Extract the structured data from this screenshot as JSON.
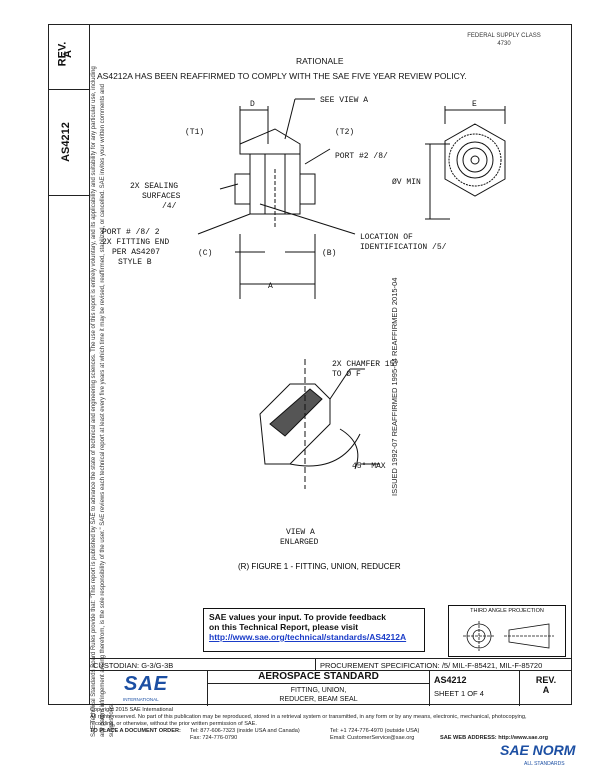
{
  "stamp": [
    "FEDERAL SUPPLY CLASS",
    "4730"
  ],
  "rev_header": {
    "label": "REV.",
    "value": "A"
  },
  "doc_number_side": "AS4212",
  "side_note": "SAE Technical Standards Board Rules provide that: \"This report is published by SAE to advance the state of technical and engineering sciences. The use of this report is entirely voluntary, and its applicability and suitability for any particular use, including any patent infringement arising therefrom, is the sole responsibility of the user.\" SAE reviews each technical report at least every five years at which time it may be revised, reaffirmed, stabilized, or cancelled. SAE invites your written comments and suggestions.",
  "rationale": {
    "title": "RATIONALE",
    "text": "AS4212A HAS BEEN REAFFIRMED TO COMPLY WITH THE SAE FIVE YEAR REVIEW POLICY."
  },
  "fig_labels": {
    "see_view": "SEE VIEW A",
    "d": "D",
    "t1": "(T1)",
    "t2": "(T2)",
    "port2": "PORT #2 /8/",
    "sealing1": "2X SEALING",
    "sealing2": "SURFACES",
    "sealing3": "/4/",
    "port1a": "PORT # /8/ 2",
    "port1b": "2X FITTING END",
    "port1c": "PER AS4207",
    "port1d": "STYLE B",
    "c": "(C)",
    "b": "(B)",
    "a": "A",
    "loc1": "LOCATION OF",
    "loc2": "IDENTIFICATION /5/",
    "e": "E",
    "dia_v": "ØV MIN",
    "chamfer1": "2X CHAMFER 15°",
    "chamfer2": "TO Ø F",
    "angle": "45° MAX",
    "view1": "VIEW A",
    "view2": "ENLARGED",
    "caption": "(R) FIGURE 1 - FITTING, UNION, REDUCER"
  },
  "history": "ISSUED 1992-07   REAFFIRMED 1995-04   REAFFIRMED 2015-04",
  "feedback": {
    "line1": "SAE values your input. To provide feedback",
    "line2": "on this Technical Report, please visit",
    "link": "http://www.sae.org/technical/standards/AS4212A"
  },
  "third_angle": "THIRD ANGLE PROJECTION",
  "custodian": "CUSTODIAN: G-3/G-3B",
  "procurement": "PROCUREMENT SPECIFICATION: /5/ MIL-F-85421, MIL-F-85720",
  "title_block": {
    "logo": "SAE",
    "logo_sub": "INTERNATIONAL",
    "category": "AEROSPACE STANDARD",
    "title1": "FITTING, UNION,",
    "title2": "REDUCER, BEAM SEAL",
    "doc": "AS4212",
    "sheet": "SHEET 1 OF 4",
    "rev_label": "REV.",
    "rev": "A"
  },
  "footer": {
    "copyright": "Copyright 2015 SAE International",
    "rights1": "All rights reserved. No part of this publication may be reproduced, stored in a retrieval system or transmitted, in any form or by any means, electronic, mechanical, photocopying,",
    "rights2": "recording, or otherwise, without the prior written permission of SAE.",
    "order": "TO PLACE A DOCUMENT ORDER:",
    "tel": "Tel: 877-606-7323 (inside USA and Canada)",
    "tel2": "Tel: +1 724-776-4970 (outside USA)",
    "fax": "Fax: 724-776-0790",
    "email": "Email: CustomerService@sae.org",
    "web": "SAE WEB ADDRESS: http://www.sae.org"
  },
  "watermark": {
    "text": "SAE NORM",
    "sub": "ALL STANDARDS"
  }
}
